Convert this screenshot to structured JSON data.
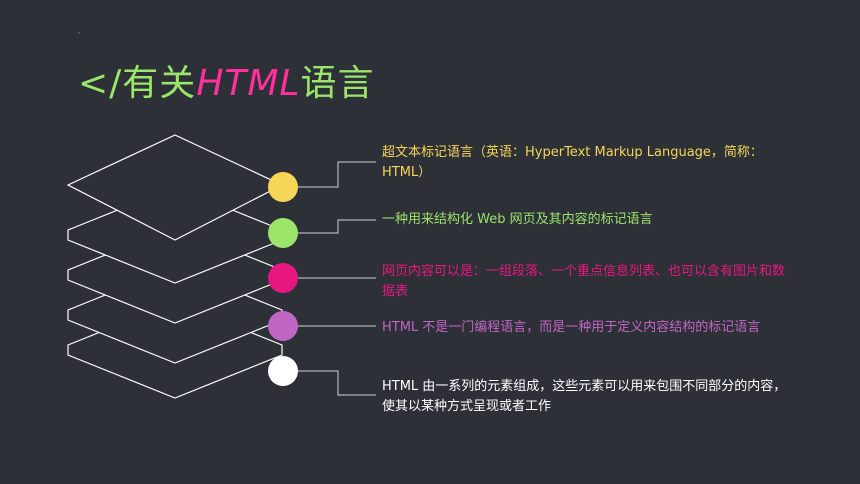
{
  "title": {
    "bracket": "</",
    "pre": "有关",
    "html": "HTML",
    "post": "语言"
  },
  "items": [
    {
      "text": "超文本标记语言（英语：HyperText Markup Language，简称：HTML）",
      "color": "#f5d657"
    },
    {
      "text": "一种用来结构化 Web 网页及其内容的标记语言",
      "color": "#9be56a"
    },
    {
      "text": "网页内容可以是：一组段落、一个重点信息列表、也可以含有图片和数据表",
      "color": "#e8177f"
    },
    {
      "text": "HTML 不是一门编程语言，而是一种用于定义内容结构的标记语言",
      "color": "#c066c4"
    },
    {
      "text": "HTML 由一系列的元素组成，这些元素可以用来包围不同部分的内容，使其以某种方式呈现或者工作",
      "color": "#ffffff"
    }
  ],
  "colors": {
    "background": "#2e3038",
    "outline": "#ffffff",
    "connector": "#cfd2d8"
  }
}
